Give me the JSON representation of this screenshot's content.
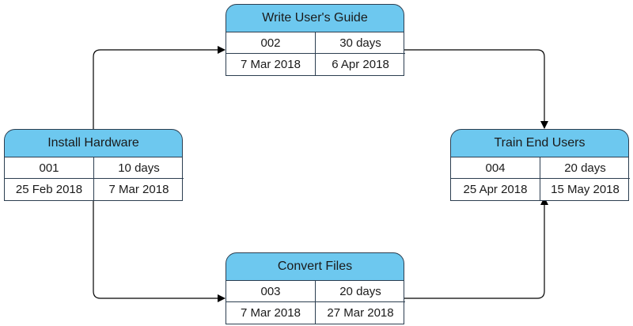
{
  "tasks": [
    {
      "name": "Install Hardware",
      "id": "001",
      "duration": "10 days",
      "start": "25 Feb 2018",
      "end": "7 Mar 2018"
    },
    {
      "name": "Write User's Guide",
      "id": "002",
      "duration": "30 days",
      "start": "7 Mar 2018",
      "end": "6 Apr 2018"
    },
    {
      "name": "Convert Files",
      "id": "003",
      "duration": "20 days",
      "start": "7 Mar 2018",
      "end": "27 Mar 2018"
    },
    {
      "name": "Train End Users",
      "id": "004",
      "duration": "20 days",
      "start": "25 Apr 2018",
      "end": "15 May 2018"
    }
  ],
  "dependencies": [
    {
      "from": "001",
      "to": "002"
    },
    {
      "from": "001",
      "to": "003"
    },
    {
      "from": "002",
      "to": "004"
    },
    {
      "from": "003",
      "to": "004"
    }
  ],
  "colors": {
    "header_fill": "#6dc8ef",
    "border": "#2c3e50",
    "connector": "#000000"
  }
}
